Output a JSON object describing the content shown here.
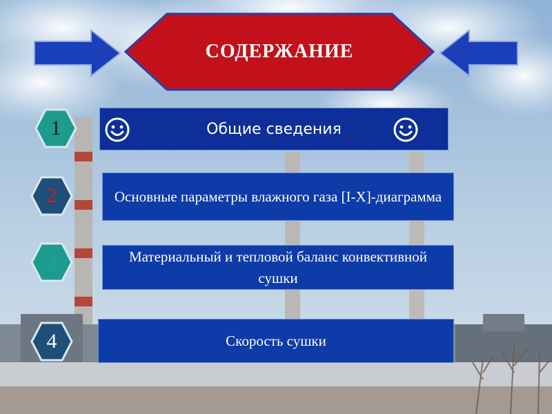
{
  "header": {
    "title": "СОДЕРЖАНИЕ",
    "colors": {
      "banner": "#c3111b",
      "arrow": "#1a3fb8"
    }
  },
  "items": [
    {
      "number": "1",
      "label": "Общие сведения",
      "number_color": "#1a1a1a",
      "icon": "smiley-icon"
    },
    {
      "number": "2",
      "label": "Основные параметры влажного газа [I-X]-диаграмма",
      "number_color": "#d42020"
    },
    {
      "number": "3",
      "label": "Материальный и тепловой баланс конвективной сушки",
      "number_color": "#1fa39a"
    },
    {
      "number": "4",
      "label": "Скорость сушки",
      "number_color": "#ffffff"
    }
  ],
  "colors": {
    "box": "#0d3ba8",
    "hex_teal": "#1d9b8f",
    "hex_dark": "#1e4f78"
  }
}
